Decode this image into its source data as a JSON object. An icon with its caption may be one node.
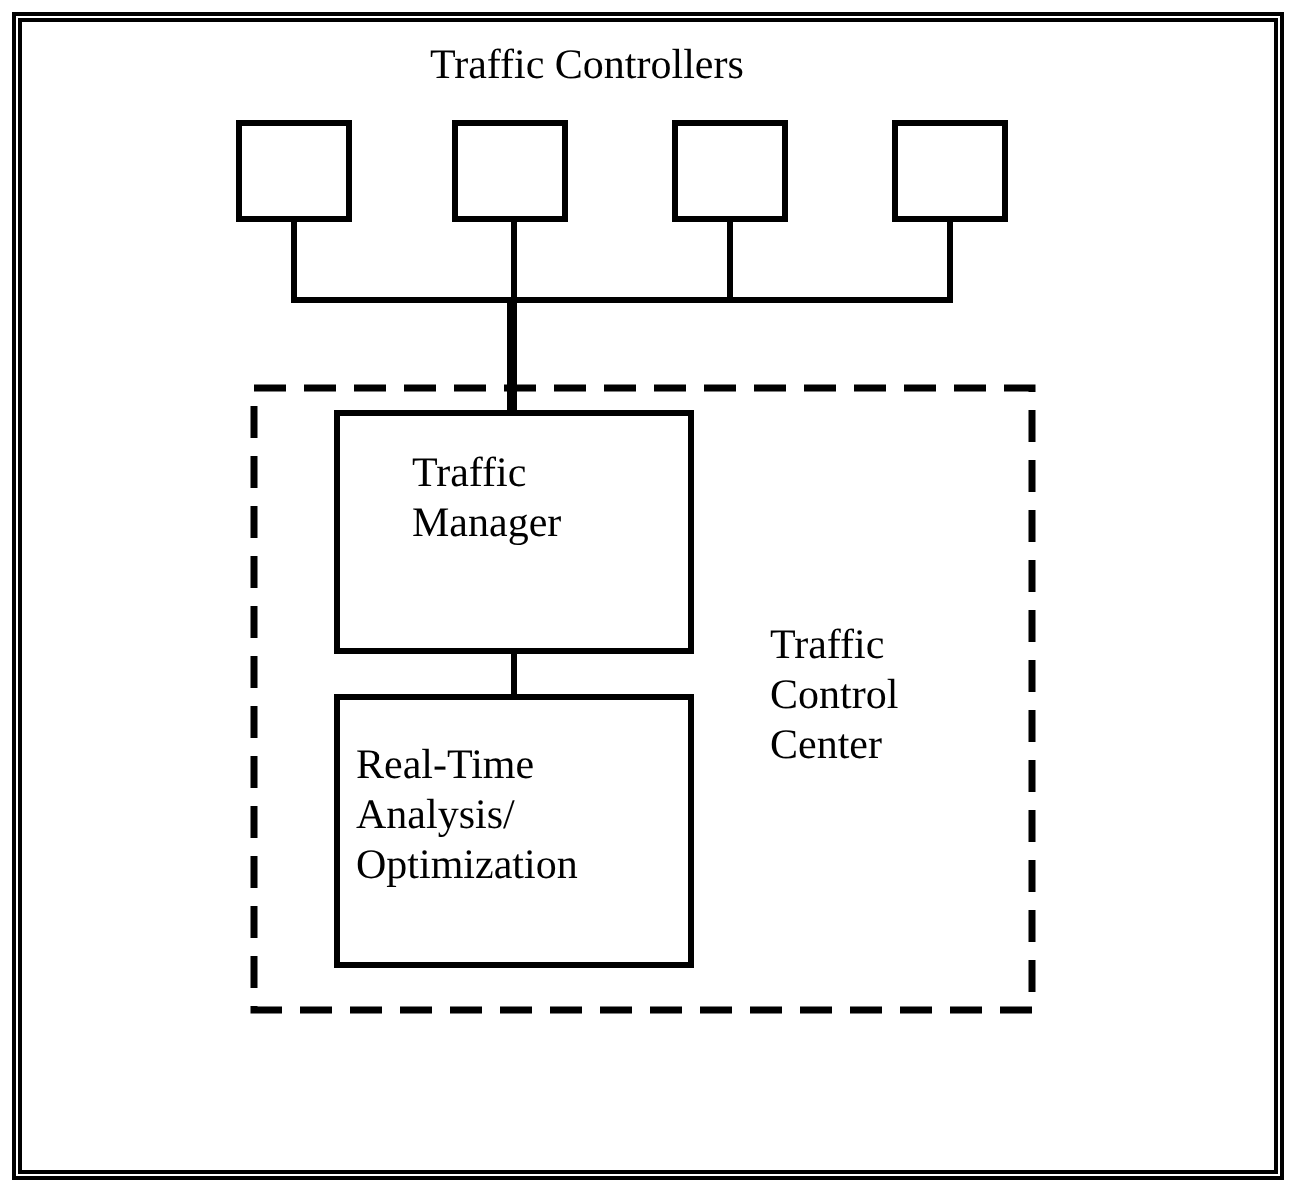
{
  "diagram": {
    "nodes": [
      {
        "text": [],
        "shape": "box"
      },
      {
        "text": [],
        "shape": "box"
      },
      {
        "text": [],
        "shape": "box"
      },
      {
        "text": [],
        "shape": "box"
      },
      {
        "text": [
          "Traffic Control Center"
        ]
      },
      {
        "text": [
          "Traffic Manager"
        ],
        "in": 4
      },
      {
        "text": [
          "Real-Time Analysis/ Optimization"
        ],
        "in": 4
      }
    ],
    "edges": [
      {
        "from": 0,
        "to": 5,
        "arrow": "none"
      },
      {
        "from": 1,
        "to": 5,
        "arrow": "none"
      },
      {
        "from": 2,
        "to": 5,
        "arrow": "none"
      },
      {
        "from": 3,
        "to": 5,
        "arrow": "none"
      },
      {
        "from": 5,
        "to": 6,
        "arrow": "none"
      }
    ],
    "labels": [
      "Traffic Controllers"
    ]
  }
}
